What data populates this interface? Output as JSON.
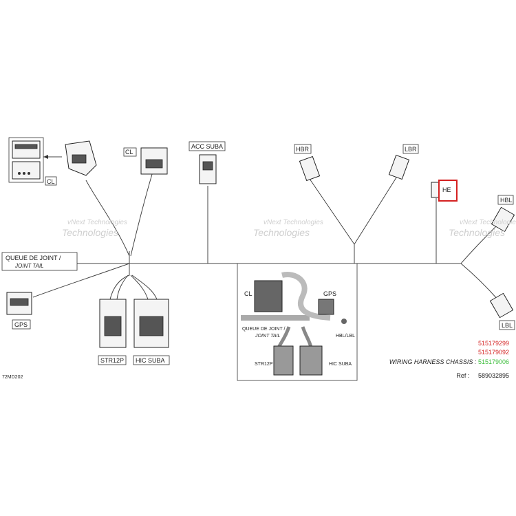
{
  "labels": {
    "cl_left": "CL",
    "cl_right": "CL",
    "acc_suba": "ACC  SUBA",
    "hbr": "HBR",
    "lbr": "LBR",
    "he": "HE",
    "hbl": "HBL",
    "lbl": "LBL",
    "gps": "GPS",
    "str12p": "STR12P",
    "hic_suba": "HIC  SUBA",
    "queue_line1": "QUEUE DE JOINT /",
    "queue_line2": "JOINT TAIL"
  },
  "inset": {
    "cl": "CL",
    "gps": "GPS",
    "queue_line1": "QUEUE DE JOINT /",
    "queue_line2": "JOINT TAIL",
    "hbl_lbl": "HBL/LBL",
    "str12p": "STR12P",
    "hic_suba": "HIC  SUBA"
  },
  "watermark": {
    "line1": "vNext Technologies",
    "line2": "Technologies"
  },
  "drawing_code": "72MD202",
  "part_numbers": [
    {
      "value": "515179299",
      "color": "#d42020"
    },
    {
      "value": "515179092",
      "color": "#d42020"
    },
    {
      "value": "515179006",
      "color": "#3fbf3f",
      "prefix": "WIRING HARNESS CHASSIS :"
    }
  ],
  "ref": {
    "label": "Ref :",
    "value": "589032895"
  },
  "highlight_color": "#d42020"
}
